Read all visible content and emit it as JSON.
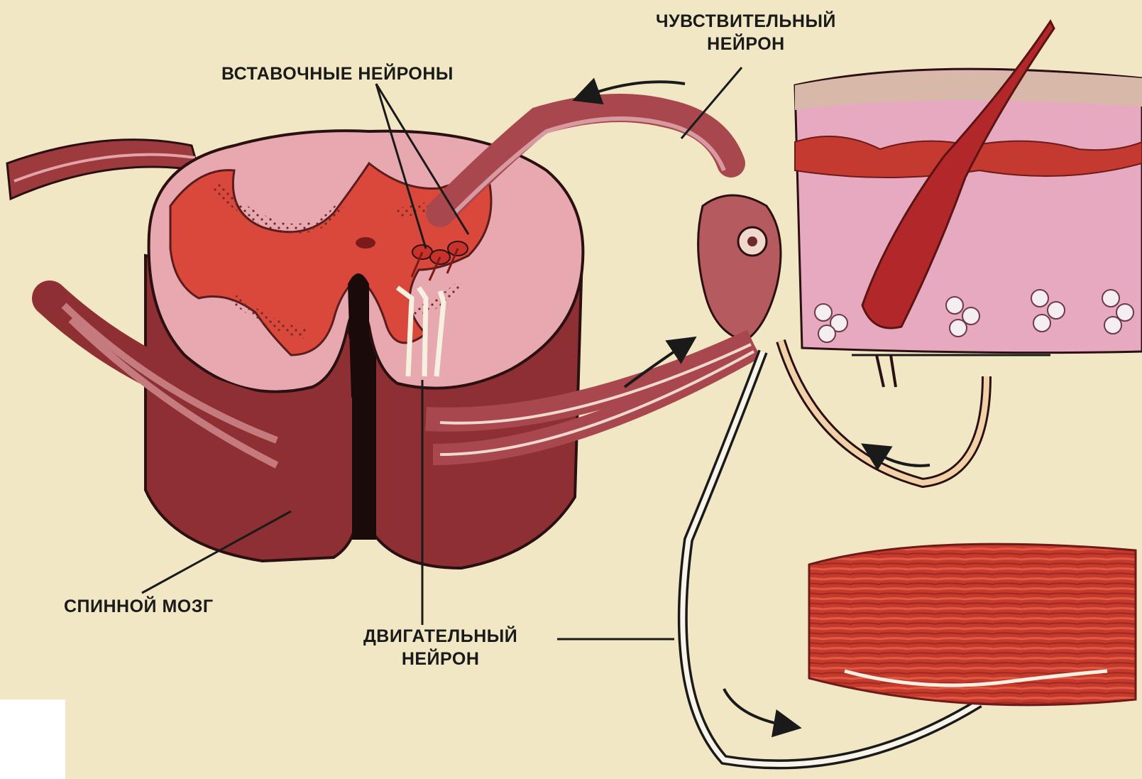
{
  "labels": {
    "interneurons": "ВСТАВОЧНЫЕ НЕЙРОНЫ",
    "sensory_line1": "ЧУВСТВИТЕЛЬНЫЙ",
    "sensory_line2": "НЕЙРОН",
    "motor_line1": "ДВИГАТЕЛЬНЫЙ",
    "motor_line2": "НЕЙРОН",
    "spinal_cord": "СПИННОЙ МОЗГ"
  },
  "colors": {
    "background": "#f1e7c4",
    "grey_matter": "#d9483a",
    "white_matter": "#e8a8b0",
    "cord_side": "#8e2f34",
    "skin": "#e7a9c0",
    "muscle": "#c53a2c",
    "outline": "#2b1012"
  }
}
